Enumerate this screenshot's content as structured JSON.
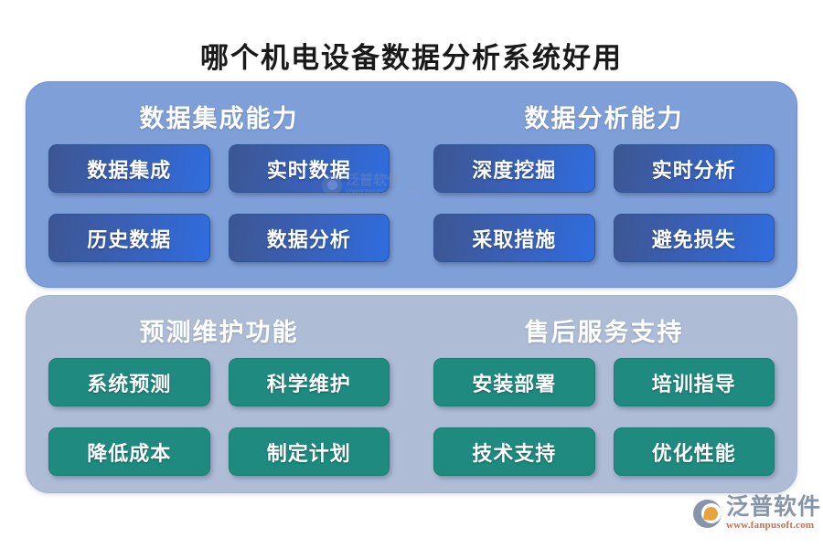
{
  "title": "哪个机电设备数据分析系统好用",
  "colors": {
    "panel_top_bg": "#7f9fd9",
    "panel_bottom_bg": "#aebcd6",
    "chip_blue_from": "#3c5691",
    "chip_blue_to": "#2f6ddf",
    "chip_teal": "#1f8b80",
    "title_text": "#1a1a1a",
    "section_title_text": "#ffffff",
    "brand_gray": "#8795ab",
    "brand_orange": "#e8a33d",
    "brand_url_red": "#d06a4a"
  },
  "panels": [
    {
      "name": "capabilities",
      "style": "blue",
      "sections": [
        {
          "title": "数据集成能力",
          "chips": [
            "数据集成",
            "实时数据",
            "历史数据",
            "数据分析"
          ]
        },
        {
          "title": "数据分析能力",
          "chips": [
            "深度挖掘",
            "实时分析",
            "采取措施",
            "避免损失"
          ]
        }
      ]
    },
    {
      "name": "service",
      "style": "teal",
      "sections": [
        {
          "title": "预测维护功能",
          "chips": [
            "系统预测",
            "科学维护",
            "降低成本",
            "制定计划"
          ]
        },
        {
          "title": "售后服务支持",
          "chips": [
            "安装部署",
            "培训指导",
            "技术支持",
            "优化性能"
          ]
        }
      ]
    }
  ],
  "watermark": {
    "name": "泛普软件",
    "url": "WWW.FANPUSOFT.COM"
  },
  "brand": {
    "name": "泛普软件",
    "url": "www.fanpusoft.com"
  }
}
